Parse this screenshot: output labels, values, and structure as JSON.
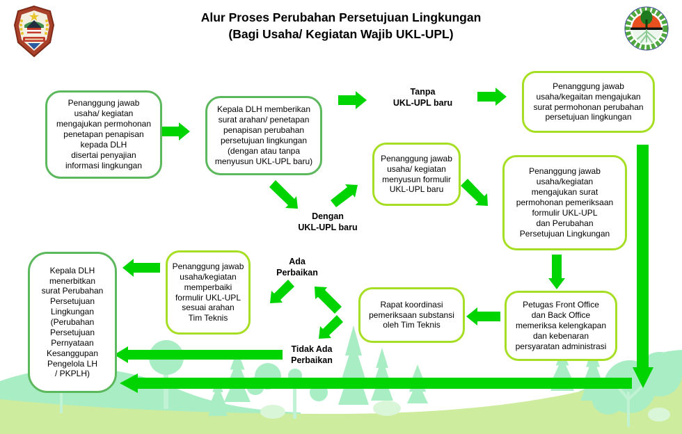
{
  "title": {
    "line1": "Alur Proses Perubahan Persetujuan Lingkungan",
    "line2": "(Bagi Usaha/ Kegiatan Wajib UKL-UPL)"
  },
  "logos": {
    "left": "regency-coat-of-arms",
    "right": "ministry-of-environment-and-forestry"
  },
  "boxes": {
    "permohonan_penapisan": [
      "Penanggung jawab",
      "usaha/ kegiatan",
      "mengajukan permohonan",
      "penetapan penapisan",
      "kepada DLH",
      "disertai penyajian",
      "informasi lingkungan"
    ],
    "arahan_dlh": [
      "Kepala DLH memberikan",
      "surat arahan/ penetapan",
      "penapisan perubahan",
      "persetujuan lingkungan",
      "(dengan atau tanpa",
      "menyusun UKL-UPL baru)"
    ],
    "permohonan_perubahan": [
      "Penanggung jawab",
      "usaha/kegaitan mengajukan",
      "surat permohonan perubahan",
      "persetujuan lingkungan"
    ],
    "menyusun_formulir": [
      "Penanggung jawab",
      "usaha/ kegiatan",
      "menyusun formulir",
      "UKL-UPL baru"
    ],
    "permohonan_pemeriksaan": [
      "Penanggung jawab",
      "usaha/kegiatan",
      "mengajukan surat",
      "permohonan pemeriksaan",
      "formulir UKL-UPL",
      "dan Perubahan",
      "Persetujuan Lingkungan"
    ],
    "penerbitan_pkplh": [
      "Kepala DLH",
      "menerbitkan",
      "surat Perubahan",
      "Persetujuan",
      "Lingkungan",
      "(Perubahan",
      "Persetujuan",
      "Pernyataan",
      "Kesanggupan",
      "Pengelola LH",
      "/ PKPLH)"
    ],
    "perbaikan_formulir": [
      "Penanggung jawab",
      "usaha/kegiatan",
      "memperbaiki",
      "formulir UKL-UPL",
      "sesuai arahan",
      "Tim Teknis"
    ],
    "rapat_koordinasi": [
      "Rapat koordinasi",
      "pemeriksaan substansi",
      "oleh Tim Teknis"
    ],
    "pemeriksaan_administrasi": [
      "Petugas Front Office",
      "dan Back Office",
      "memeriksa kelengkapan",
      "dan kebenaran",
      "persyaratan administrasi"
    ]
  },
  "labels": {
    "tanpa": [
      "Tanpa",
      "UKL-UPL baru"
    ],
    "dengan": [
      "Dengan",
      "UKL-UPL baru"
    ],
    "ada_perbaikan": [
      "Ada",
      "Perbaikan"
    ],
    "tidak_ada_perbaikan": [
      "Tidak Ada",
      "Perbaikan"
    ]
  },
  "colors": {
    "arrow_green": "#00D400",
    "border_green": "#5CB85C",
    "border_lime": "#A6DE23",
    "tree_mint": "#A9EDC4",
    "trunk_mint": "#C2F2D4",
    "bush_mint": "#DAF6D8",
    "grass_green": "#CEEC9D",
    "text_black": "#000000"
  }
}
